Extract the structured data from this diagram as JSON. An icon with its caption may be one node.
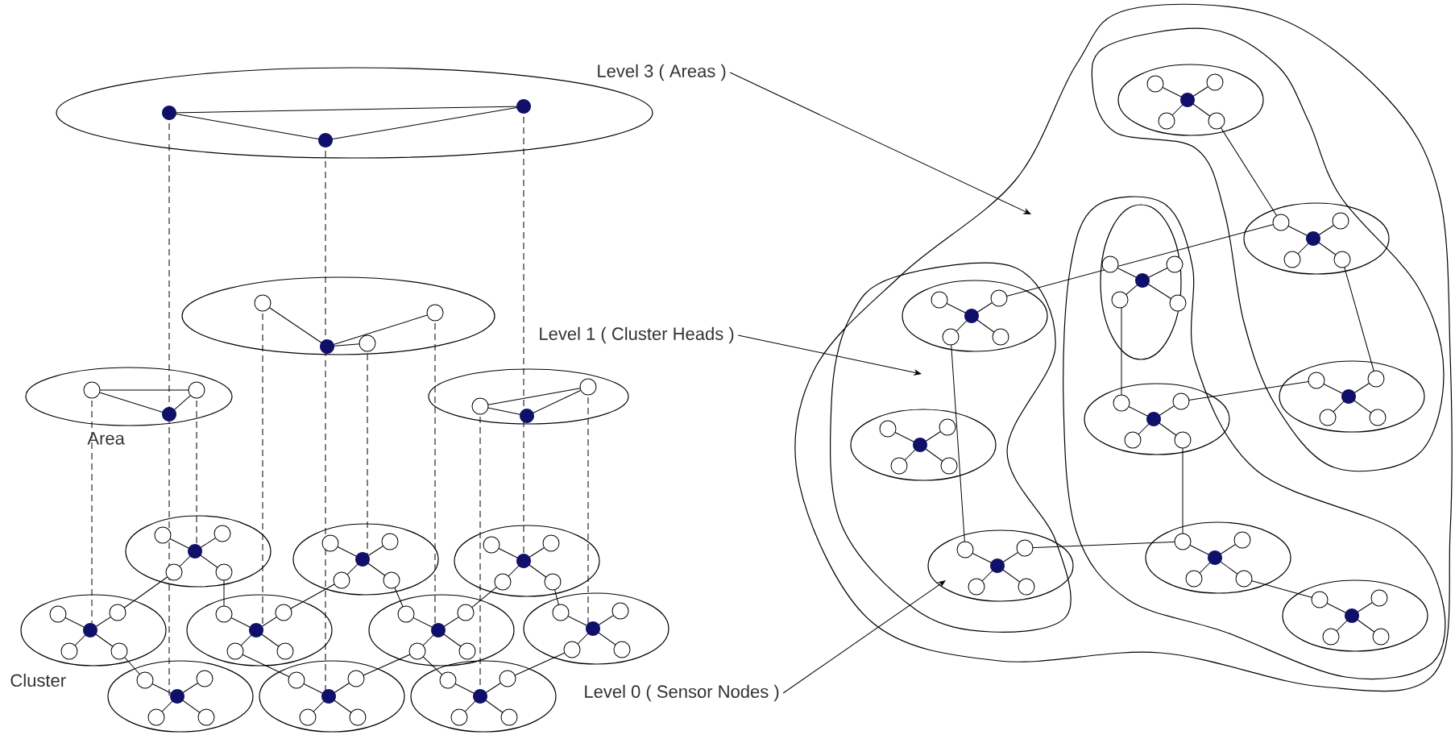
{
  "diagram": {
    "nodes": [
      {
        "text": [
          "Level 3 ( Areas )"
        ]
      },
      {
        "text": [
          "Level 1 ( Cluster Heads )"
        ]
      },
      {
        "text": [
          "Level 0 ( Sensor Nodes )"
        ]
      }
    ],
    "edges": [
      {
        "from": 0,
        "to": null,
        "arrow": "to"
      },
      {
        "from": 1,
        "to": null,
        "arrow": "to"
      },
      {
        "from": 2,
        "to": null,
        "arrow": "to"
      }
    ],
    "labels": [
      "Area",
      "Cluster"
    ]
  }
}
